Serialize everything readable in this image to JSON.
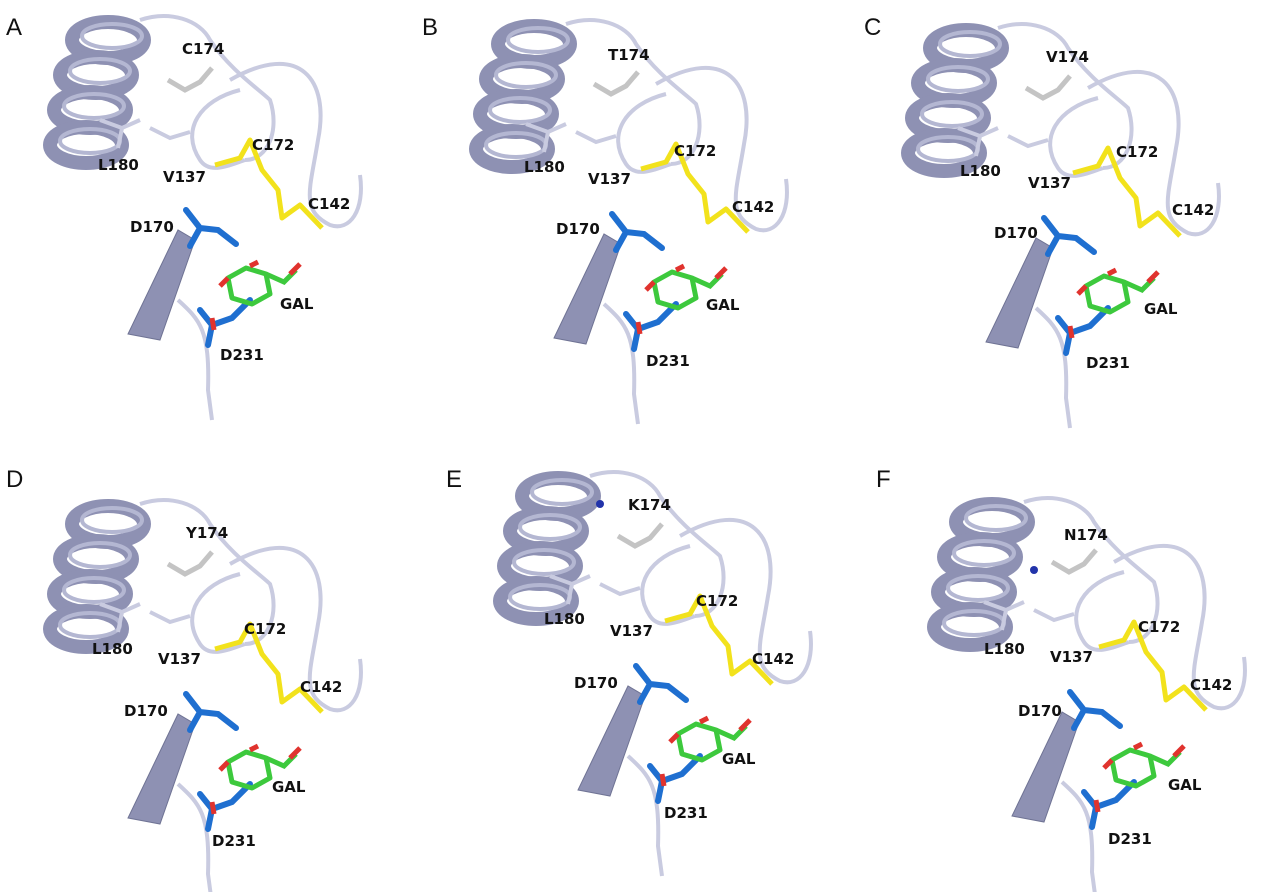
{
  "panels": [
    {
      "letter": "A",
      "labels": {
        "site": "C174",
        "l180": "L180",
        "v137": "V137",
        "c172": "C172",
        "c142": "C142",
        "d170": "D170",
        "gal": "GAL",
        "d231": "D231"
      }
    },
    {
      "letter": "B",
      "labels": {
        "site": "T174",
        "l180": "L180",
        "v137": "V137",
        "c172": "C172",
        "c142": "C142",
        "d170": "D170",
        "gal": "GAL",
        "d231": "D231"
      }
    },
    {
      "letter": "C",
      "labels": {
        "site": "V174",
        "l180": "L180",
        "v137": "V137",
        "c172": "C172",
        "c142": "C142",
        "d170": "D170",
        "gal": "GAL",
        "d231": "D231"
      }
    },
    {
      "letter": "D",
      "labels": {
        "site": "Y174",
        "l180": "L180",
        "v137": "V137",
        "c172": "C172",
        "c142": "C142",
        "d170": "D170",
        "gal": "GAL",
        "d231": "D231"
      }
    },
    {
      "letter": "E",
      "labels": {
        "site": "K174",
        "l180": "L180",
        "v137": "V137",
        "c172": "C172",
        "c142": "C142",
        "d170": "D170",
        "gal": "GAL",
        "d231": "D231"
      }
    },
    {
      "letter": "F",
      "labels": {
        "site": "N174",
        "l180": "L180",
        "v137": "V137",
        "c172": "C172",
        "c142": "C142",
        "d170": "D170",
        "gal": "GAL",
        "d231": "D231"
      }
    }
  ],
  "colors": {
    "ribbon": "#8e91b3",
    "ribbon_light": "#b4b7d2",
    "loop": "#c9cbe0",
    "disulfide": "#f2e21c",
    "aspartate": "#1f6fd0",
    "galactose": "#3dc93d",
    "oxygen": "#e0332e",
    "nitrogen": "#2233aa",
    "sidechain_grey": "#c4c4c4"
  }
}
